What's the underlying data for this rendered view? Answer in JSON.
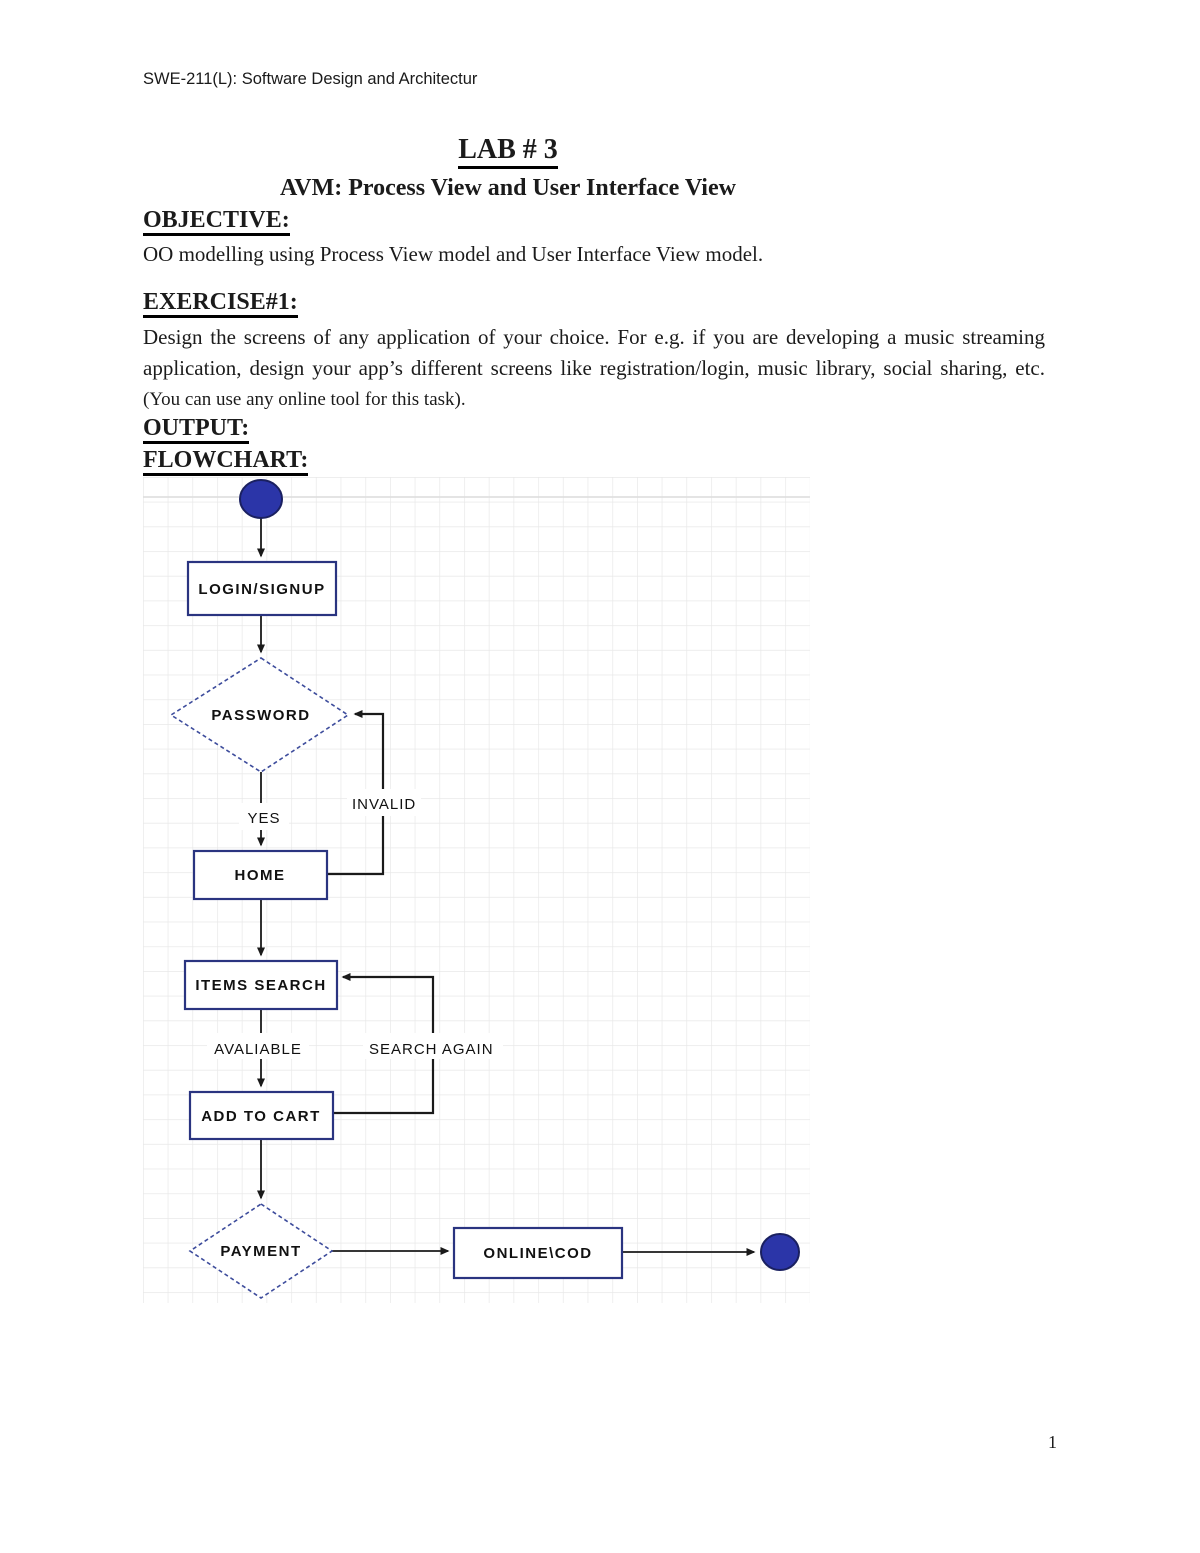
{
  "page": {
    "header": "SWE-211(L): Software Design and Architectur",
    "page_number": "1"
  },
  "document": {
    "title": "LAB # 3",
    "subtitle": "AVM: Process View and User Interface View",
    "objective_heading": "OBJECTIVE:",
    "objective_text": "OO modelling using Process View model and User Interface View model.",
    "exercise_heading": "EXERCISE#1:",
    "exercise_text_main": "Design the screens of any application of your choice. For e.g. if you are developing a music streaming application, design your app’s different screens like registration/login, music library, social sharing, etc.",
    "exercise_text_note": "(You can use any online tool for this task).",
    "output_heading": "OUTPUT:",
    "flowchart_heading": "FLOWCHART:"
  },
  "flowchart": {
    "nodes": {
      "login": "LOGIN/SIGNUP",
      "password": "PASSWORD",
      "home": "HOME",
      "items_search": "ITEMS SEARCH",
      "add_to_cart": "ADD TO CART",
      "payment": "PAYMENT",
      "online_cod": "ONLINE\\COD"
    },
    "edge_labels": {
      "yes": "YES",
      "invalid": "INVALID",
      "avaliable": "AVALIABLE",
      "search_again": "SEARCH AGAIN"
    },
    "colors": {
      "terminal_fill": "#2b35a8",
      "terminal_stroke": "#1a2060",
      "box_border": "#2a3480",
      "diamond_border": "#3d4c9c",
      "line": "#1a1a1a",
      "grid": "#e8e8e8"
    }
  }
}
